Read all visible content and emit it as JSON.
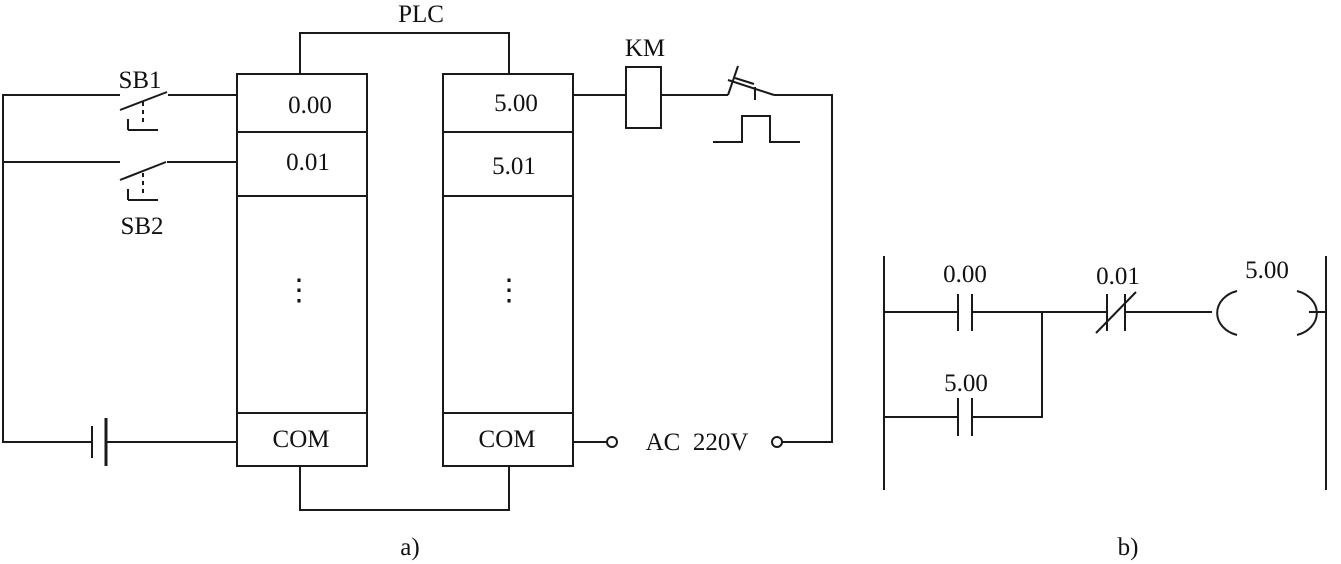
{
  "panel_a": {
    "plc_label": "PLC",
    "sb1_label": "SB1",
    "sb2_label": "SB2",
    "km_label": "KM",
    "input_module": {
      "terminals": [
        "0.00",
        "0.01"
      ],
      "ellipsis": "⋮",
      "com_label": "COM"
    },
    "output_module": {
      "terminals": [
        "5.00",
        "5.01"
      ],
      "ellipsis": "⋮",
      "com_label": "COM"
    },
    "supply_label": "AC  220V",
    "caption": "a)"
  },
  "panel_b": {
    "contact_no_top": "0.00",
    "contact_nc": "0.01",
    "coil": "5.00",
    "contact_no_bottom": "5.00",
    "caption": "b)"
  }
}
